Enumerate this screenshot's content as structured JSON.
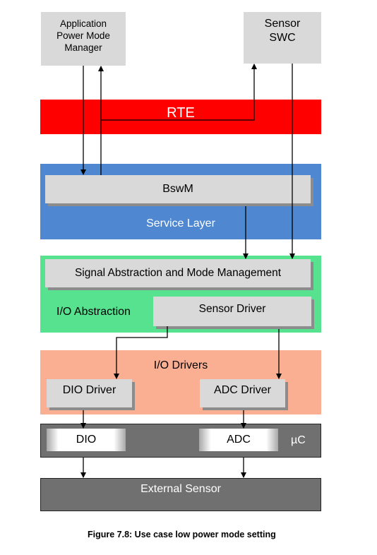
{
  "boxes": {
    "apm": "Application\nPower Mode\nManager",
    "sensor_swc": "Sensor\nSWC",
    "rte": "RTE",
    "bswm": "BswM",
    "service_layer": "Service Layer",
    "signal_abstraction": "Signal Abstraction and Mode Management",
    "io_abstraction": "I/O Abstraction",
    "sensor_driver": "Sensor Driver",
    "io_drivers": "I/O Drivers",
    "dio_driver": "DIO Driver",
    "adc_driver": "ADC Driver",
    "dio": "DIO",
    "adc": "ADC",
    "uc": "µC",
    "external_sensor": "External Sensor"
  },
  "caption": "Figure 7.8: Use case low power mode setting",
  "colors": {
    "rte": "#ff0000",
    "service_layer": "#4f87d1",
    "io_abstraction": "#57e28f",
    "io_drivers": "#fbaf92",
    "microcontroller": "#707070",
    "external_sensor": "#707070"
  }
}
